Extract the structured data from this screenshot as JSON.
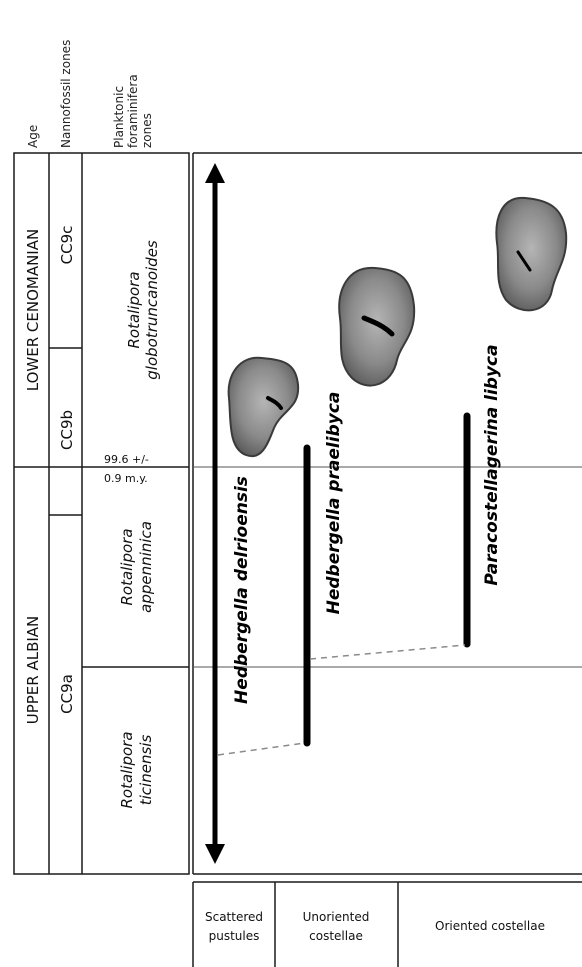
{
  "column_headers": {
    "age": "Age",
    "nannofossil_zones": "Nannofossil zones",
    "foraminifera_zones_line1": "Planktonic",
    "foraminifera_zones_line2": "foraminifera",
    "foraminifera_zones_line3": "zones"
  },
  "age_stages": {
    "lower": "LOWER CENOMANIAN",
    "upper": "UPPER ALBIAN"
  },
  "nannofossil_zones": {
    "cc9c": "CC9c",
    "cc9b": "CC9b",
    "cc9a": "CC9a"
  },
  "foraminifera_zones": {
    "globotruncanoides_line1": "Rotalipora",
    "globotruncanoides_line2": "globotruncanoides",
    "appenninica_line1": "Rotalipora",
    "appenninica_line2": "appenninica",
    "ticinensis_line1": "Rotalipora",
    "ticinensis_line2": "ticinensis"
  },
  "boundary_age": {
    "line1": "99.6 +/-",
    "line2": "0.9 m.y."
  },
  "species": {
    "delrioensis": "Hedbergella delrioensis",
    "praelibyca": "Hedbergella praelibyca",
    "libyca": "Paracostellagerina libyca"
  },
  "ornamentation": {
    "scattered_line1": "Scattered",
    "scattered_line2": "pustules",
    "unoriented_line1": "Unoriented",
    "unoriented_line2": "costellae",
    "oriented": "Oriented costellae"
  },
  "colors": {
    "line": "#1a1a1a",
    "range_bar": "#000000",
    "dashed": "#8a8a8a",
    "fossil_fill": "#8c8c8c"
  }
}
